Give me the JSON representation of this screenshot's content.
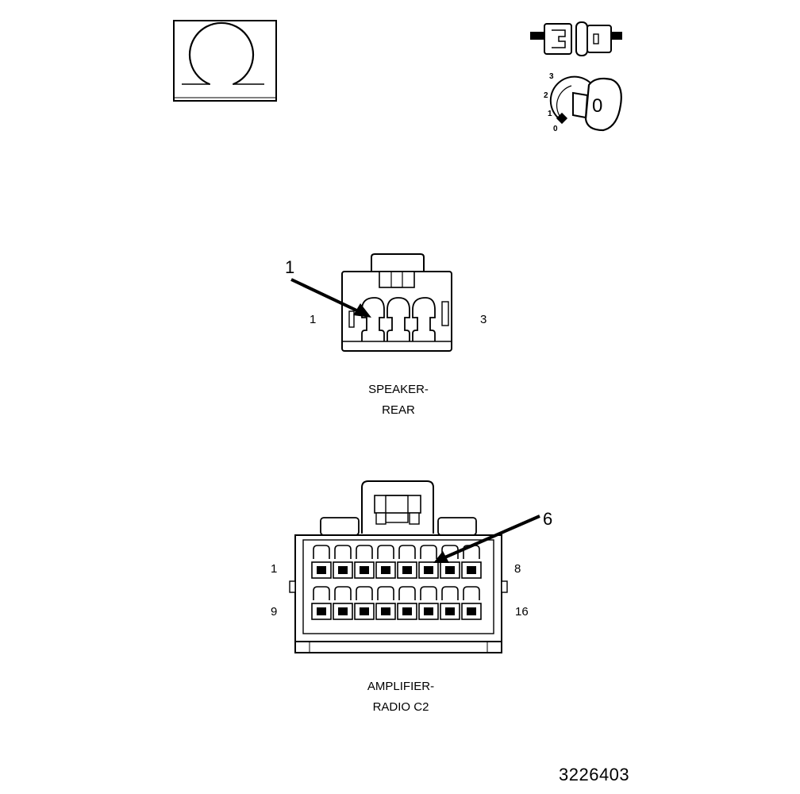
{
  "speaker_rear": {
    "callout": "1",
    "pin_left": "1",
    "pin_right": "3",
    "caption_line1": "SPEAKER-",
    "caption_line2": "REAR"
  },
  "amplifier_radio_c2": {
    "callout": "6",
    "pin_top_left": "1",
    "pin_top_right": "8",
    "pin_bottom_left": "9",
    "pin_bottom_right": "16",
    "caption_line1": "AMPLIFIER-",
    "caption_line2": "RADIO C2"
  },
  "ignition_key": {
    "positions": [
      "3",
      "2",
      "1",
      "0"
    ],
    "key_mark": "0"
  },
  "figure_number": "3226403",
  "icons": [
    "ohmmeter-icon",
    "fuse-icon",
    "ignition-key-icon"
  ]
}
